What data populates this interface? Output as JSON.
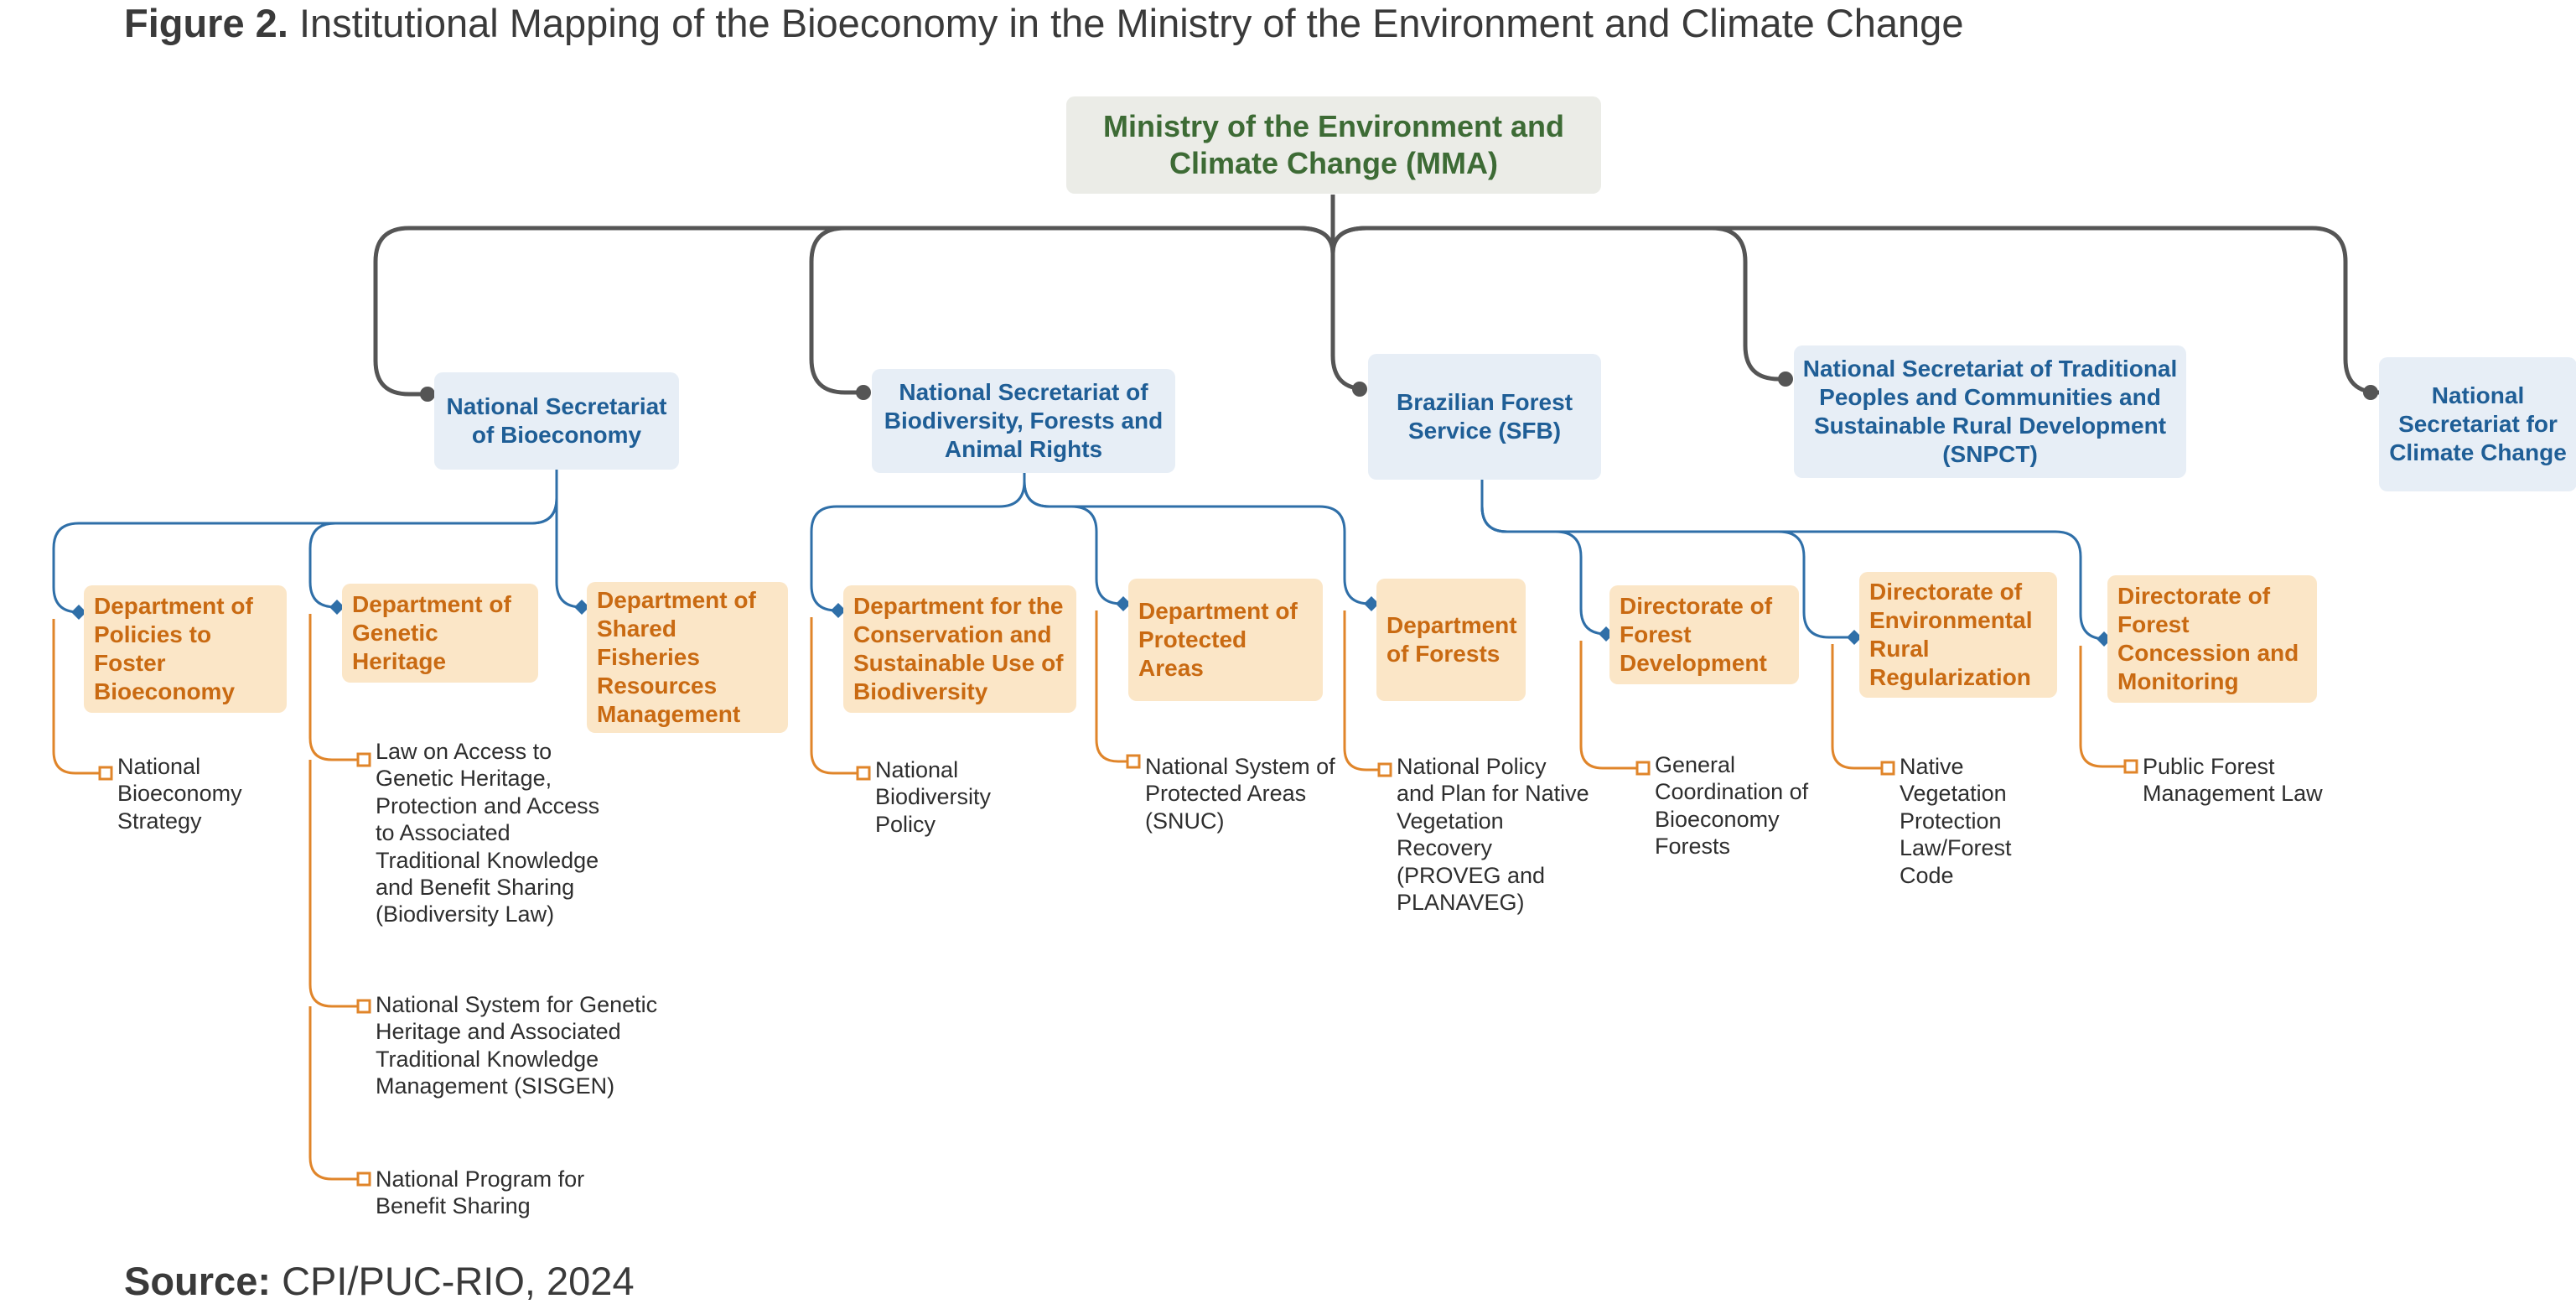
{
  "figure": {
    "label": "Figure 2.",
    "title": "Institutional Mapping of the Bioeconomy in the Ministry of the Environment and Climate Change"
  },
  "source": {
    "label": "Source:",
    "text": "CPI/PUC-RIO, 2024"
  },
  "colors": {
    "root_bg": "#ebece7",
    "root_text": "#3d6b35",
    "secretariat_bg": "#e7eef6",
    "secretariat_text": "#1f5e96",
    "department_bg": "#fbe6c7",
    "department_text": "#c96a12",
    "connector_top": "#555555",
    "connector_blue": "#2f6fa8",
    "connector_orange": "#e0852a"
  },
  "root": {
    "name": "Ministry of the Environment and Climate Change (MMA)"
  },
  "secretariats": [
    {
      "name": "National Secretariat of Bioeconomy",
      "departments": [
        {
          "name": "Department of Policies to Foster Bioeconomy",
          "items": [
            "National Bioeconomy Strategy"
          ]
        },
        {
          "name": "Department of Genetic Heritage",
          "items": [
            "Law on Access to Genetic Heritage, Protection and Access to Associated Traditional Knowledge and Benefit Sharing (Biodiversity Law)",
            "National System for Genetic Heritage and Associated Traditional Knowledge Management (SISGEN)",
            "National Program for Benefit Sharing"
          ]
        },
        {
          "name": "Department of Shared Fisheries Resources Management",
          "items": []
        }
      ]
    },
    {
      "name": "National Secretariat of Biodiversity, Forests and Animal Rights",
      "departments": [
        {
          "name": "Department for the Conservation and Sustainable Use of Biodiversity",
          "items": [
            "National Biodiversity Policy"
          ]
        },
        {
          "name": "Department of Protected Areas",
          "items": [
            "National System of Protected Areas (SNUC)"
          ]
        },
        {
          "name": "Department of Forests",
          "items": [
            "National Policy and Plan for Native Vegetation Recovery (PROVEG and PLANAVEG)"
          ]
        }
      ]
    },
    {
      "name": "Brazilian Forest Service (SFB)",
      "departments": [
        {
          "name": "Directorate of Forest Development",
          "items": [
            "General Coordination of Bioeconomy Forests"
          ]
        },
        {
          "name": "Directorate of Environmental Rural Regularization",
          "items": [
            "Native Vegetation Protection Law/Forest Code"
          ]
        },
        {
          "name": "Directorate of Forest Concession and Monitoring",
          "items": [
            "Public Forest Management Law"
          ]
        }
      ]
    },
    {
      "name": "National Secretariat of Traditional Peoples and Communities and Sustainable Rural Development (SNPCT)",
      "departments": []
    },
    {
      "name": "National Secretariat for Climate Change",
      "departments": []
    }
  ]
}
